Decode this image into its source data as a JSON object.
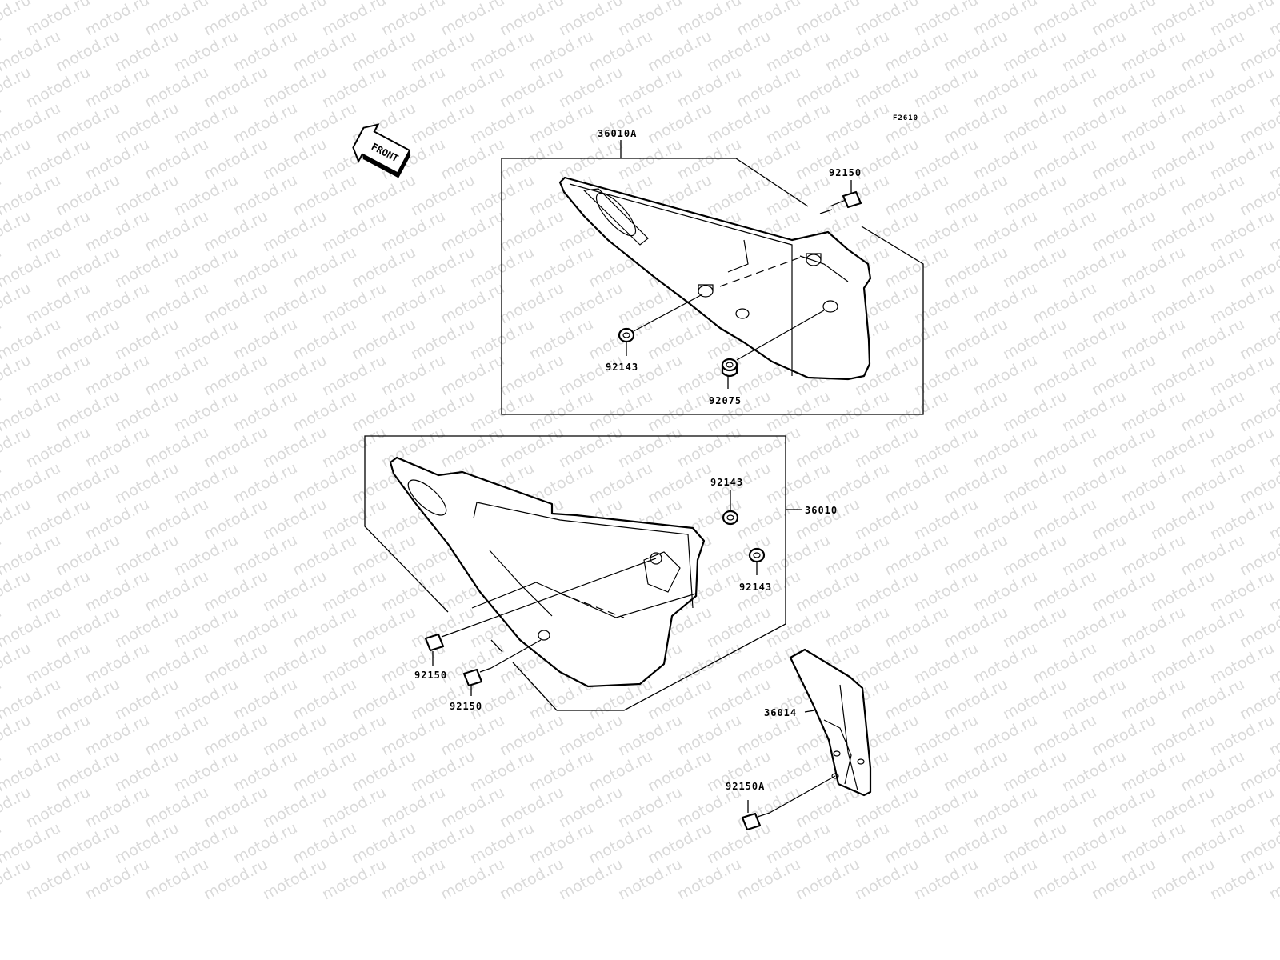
{
  "watermark": "motod.ru",
  "figure_code": "F2610",
  "front_arrow_label": "FRONT",
  "part_labels": {
    "p36010A": "36010A",
    "p92150_top": "92150",
    "p92143_top": "92143",
    "p92075": "92075",
    "p92143_a": "92143",
    "p36010": "36010",
    "p92143_b": "92143",
    "p92150_a": "92150",
    "p92150_b": "92150",
    "p36014": "36014",
    "p92150A": "92150A"
  }
}
